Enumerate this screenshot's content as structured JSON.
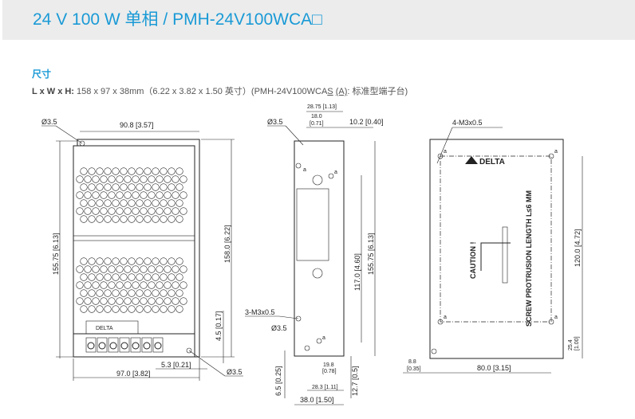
{
  "header": {
    "title": "24 V 100 W 单相 / PMH-24V100WCA□"
  },
  "section": {
    "title": "尺寸"
  },
  "spec": {
    "label": "L x W x H:",
    "dims": " 158 x 97 x 38mm（6.22 x 3.82 x 1.50 英寸）(PMH-24V100WCA",
    "s": "S",
    "a": "(A)",
    "rest": ": 标准型端子台)"
  },
  "drawings": {
    "front": {
      "hole_top": "Ø3.5",
      "width_top": "90.8 [3.57]",
      "height_left": "155.75 [6.13]",
      "height_right": "158.0 [6.22]",
      "offset_v": "4.5 [0.17]",
      "offset_h": "5.3 [0.21]",
      "width_bottom": "97.0 [3.82]",
      "hole_bottom": "Ø3.5",
      "logo": "DELTA"
    },
    "side": {
      "hole_top": "Ø3.5",
      "d1": "28.75 [1.13]",
      "d2a": "18.0",
      "d2b": "[0.71]",
      "d3": "10.2 [0.40]",
      "screw": "3-M3x0.5",
      "hole_bottom": "Ø3.5",
      "h1": "117.0 [4.60]",
      "h2": "155.75 [6.13]",
      "d4a": "19.8",
      "d4b": "[0.78]",
      "d5": "28.3 [1.11]",
      "d6": "6.5 [0.25]",
      "d7": "12.7 [0.5]",
      "width_bottom": "38.0 [1.50]",
      "a": "a"
    },
    "bottom": {
      "screw": "4-M3x0.5",
      "logo": "DELTA",
      "caution": "CAUTION !",
      "warning": "SCREW PROTRUSION LENGTH L≤6 MM",
      "h1": "120.0 [4.72]",
      "h2a": "25.4",
      "h2b": "[1.00]",
      "w1a": "8.8",
      "w1b": "[0.35]",
      "w2": "80.0 [3.15]",
      "a": "a"
    }
  }
}
